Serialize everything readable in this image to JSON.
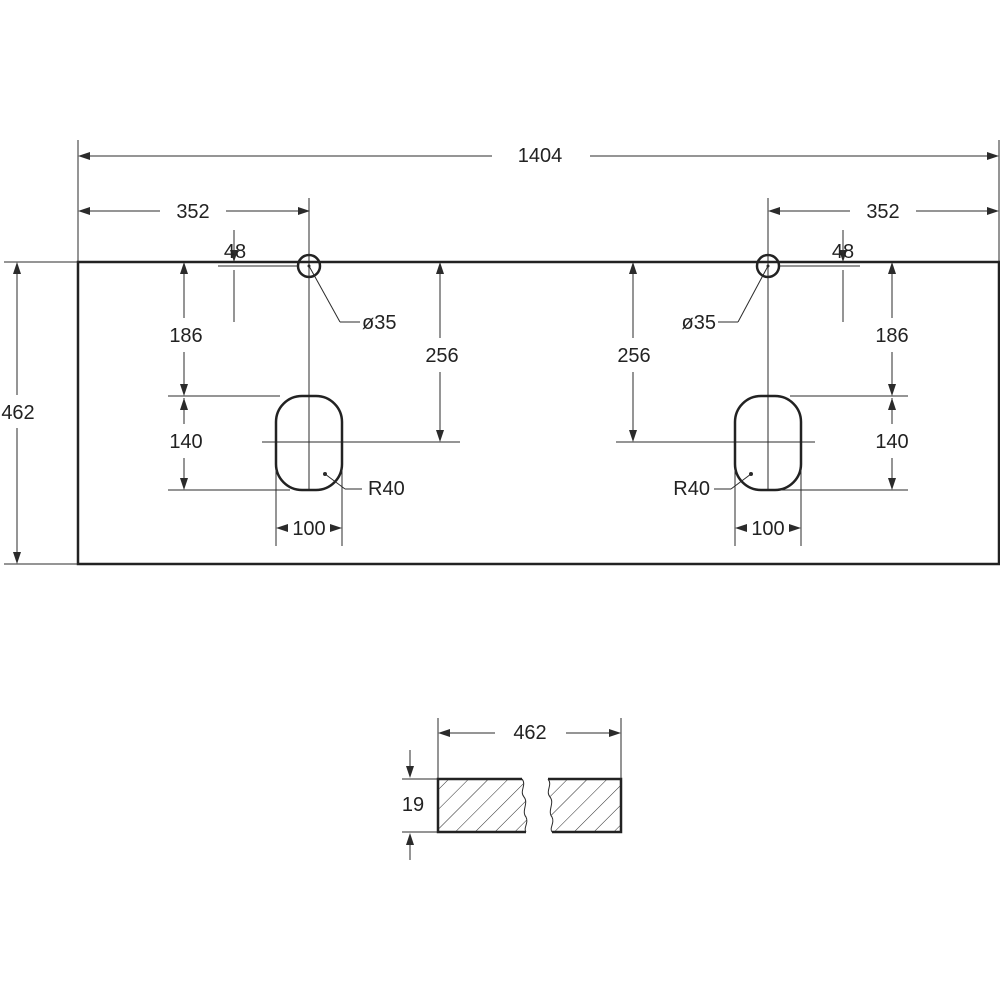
{
  "dimensions": {
    "overall_width": "1404",
    "left_tap_offset": "352",
    "right_tap_offset": "352",
    "overall_depth": "462",
    "tap_hole_edge_distance_left": "48",
    "tap_hole_edge_distance_right": "48",
    "tap_hole_diameter_left": "ø35",
    "tap_hole_diameter_right": "ø35",
    "basin_edge_distance_left": "186",
    "basin_edge_distance_right": "186",
    "basin_center_depth_left": "256",
    "basin_center_depth_right": "256",
    "basin_depth_left": "140",
    "basin_depth_right": "140",
    "basin_corner_radius_left": "R40",
    "basin_corner_radius_right": "R40",
    "basin_width_left": "100",
    "basin_width_right": "100"
  },
  "section": {
    "depth": "462",
    "thickness": "19"
  },
  "colors": {
    "line": "#222222",
    "background": "#ffffff"
  }
}
